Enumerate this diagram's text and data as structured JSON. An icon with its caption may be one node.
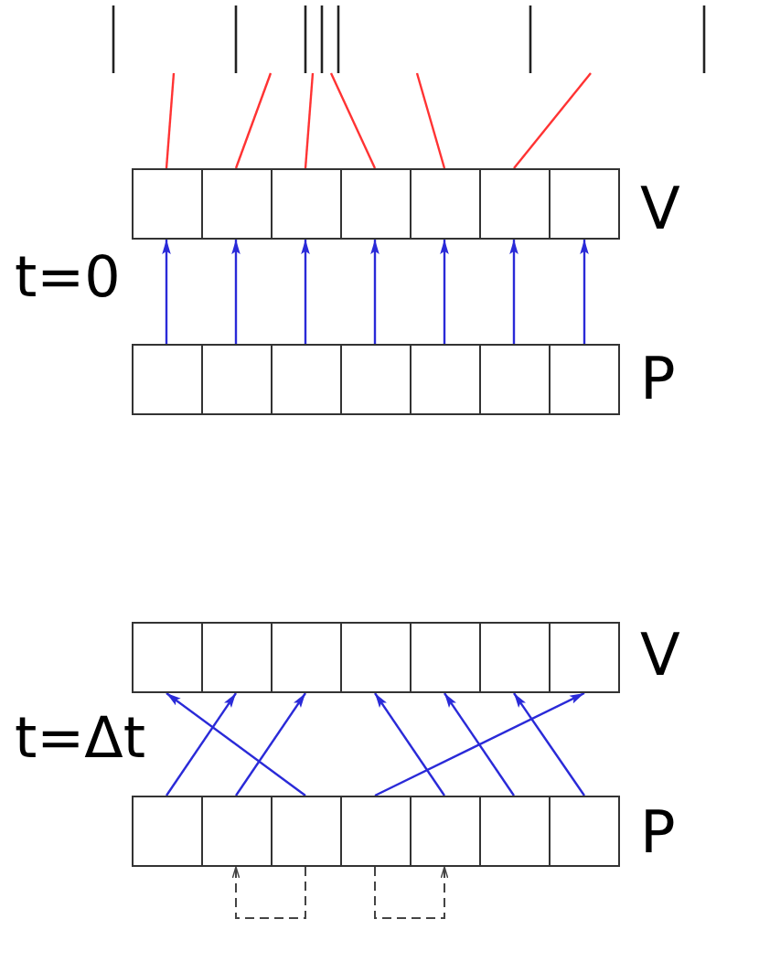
{
  "diagram": {
    "nodes": [
      {
        "text": [],
        "shape": "picture"
      },
      {
        "text": [],
        "shape": "box",
        "beside": [
          "V"
        ]
      },
      {
        "text": [],
        "shape": "box",
        "in": 1
      },
      {
        "text": [],
        "shape": "box",
        "in": 1
      },
      {
        "text": [],
        "shape": "box",
        "in": 1
      },
      {
        "text": [],
        "shape": "box",
        "in": 1
      },
      {
        "text": [],
        "shape": "box",
        "in": 1
      },
      {
        "text": [],
        "shape": "box",
        "in": 1
      },
      {
        "text": [],
        "shape": "box",
        "in": 1
      },
      {
        "text": [],
        "shape": "box",
        "beside": [
          "P"
        ]
      },
      {
        "text": [],
        "shape": "box",
        "in": 9
      },
      {
        "text": [],
        "shape": "box",
        "in": 9
      },
      {
        "text": [],
        "shape": "box",
        "in": 9
      },
      {
        "text": [],
        "shape": "box",
        "in": 9
      },
      {
        "text": [],
        "shape": "box",
        "in": 9
      },
      {
        "text": [],
        "shape": "box",
        "in": 9
      },
      {
        "text": [],
        "shape": "box",
        "in": 9
      },
      {
        "text": [],
        "shape": "box",
        "beside": [
          "V"
        ]
      },
      {
        "text": [],
        "shape": "box",
        "in": 17
      },
      {
        "text": [],
        "shape": "box",
        "in": 17
      },
      {
        "text": [],
        "shape": "box",
        "in": 17
      },
      {
        "text": [],
        "shape": "box",
        "in": 17
      },
      {
        "text": [],
        "shape": "box",
        "in": 17
      },
      {
        "text": [],
        "shape": "box",
        "in": 17
      },
      {
        "text": [],
        "shape": "box",
        "in": 17
      },
      {
        "text": [],
        "shape": "box",
        "beside": [
          "P"
        ]
      },
      {
        "text": [],
        "shape": "box",
        "in": 25
      },
      {
        "text": [],
        "shape": "box",
        "in": 25
      },
      {
        "text": [],
        "shape": "box",
        "in": 25
      },
      {
        "text": [],
        "shape": "box",
        "in": 25
      },
      {
        "text": [],
        "shape": "box",
        "in": 25
      },
      {
        "text": [],
        "shape": "box",
        "in": 25
      },
      {
        "text": [],
        "shape": "box",
        "in": 25
      }
    ],
    "edges": [
      {
        "from": 0,
        "to": 2,
        "arrow": "none",
        "color": "#ff3333"
      },
      {
        "from": 0,
        "to": 3,
        "arrow": "none",
        "color": "#ff3333"
      },
      {
        "from": 0,
        "to": 4,
        "arrow": "none",
        "color": "#ff3333"
      },
      {
        "from": 0,
        "to": 5,
        "arrow": "none",
        "color": "#ff3333"
      },
      {
        "from": 0,
        "to": 6,
        "arrow": "none",
        "color": "#ff3333"
      },
      {
        "from": 0,
        "to": 7,
        "arrow": "none",
        "color": "#ff3333"
      },
      {
        "from": 10,
        "to": 2,
        "arrow": "to"
      },
      {
        "from": 11,
        "to": 3,
        "arrow": "to"
      },
      {
        "from": 12,
        "to": 4,
        "arrow": "to"
      },
      {
        "from": 13,
        "to": 5,
        "arrow": "to"
      },
      {
        "from": 14,
        "to": 6,
        "arrow": "to"
      },
      {
        "from": 15,
        "to": 7,
        "arrow": "to"
      },
      {
        "from": 16,
        "to": 8,
        "arrow": "to"
      },
      {
        "from": 26,
        "to": 19,
        "arrow": "to"
      },
      {
        "from": 27,
        "to": 20,
        "arrow": "to"
      },
      {
        "from": 28,
        "to": 18,
        "arrow": "to"
      },
      {
        "from": 29,
        "to": 24,
        "arrow": "to"
      },
      {
        "from": 30,
        "to": 21,
        "arrow": "to"
      },
      {
        "from": 31,
        "to": 22,
        "arrow": "to"
      },
      {
        "from": 32,
        "to": 23,
        "arrow": "to"
      },
      {
        "from": 28,
        "to": 27,
        "arrow": "to",
        "style": "dashed",
        "color": "#444444"
      },
      {
        "from": 29,
        "to": 30,
        "arrow": "to",
        "style": "dashed",
        "color": "#444444"
      }
    ],
    "labels": [
      "t=0",
      "t=Δt"
    ]
  }
}
